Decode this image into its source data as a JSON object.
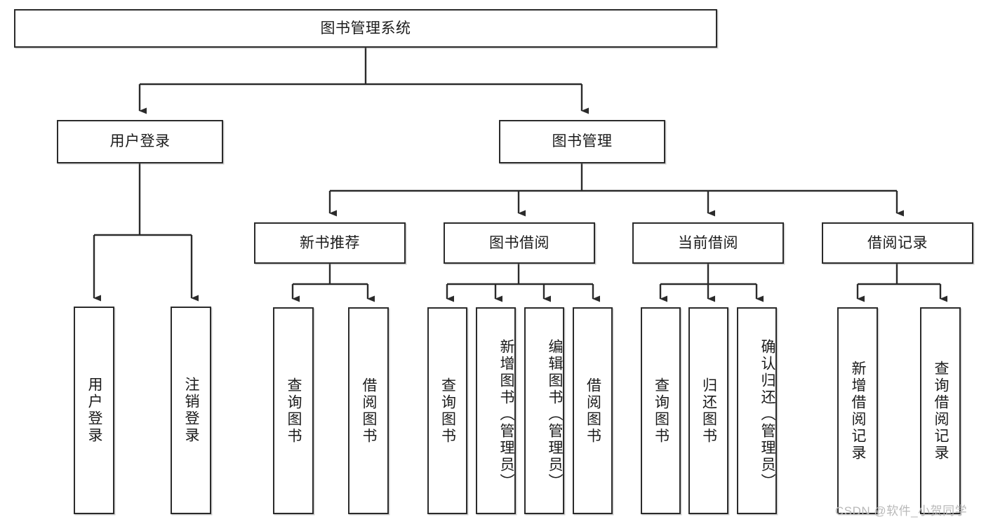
{
  "diagram": {
    "type": "tree",
    "title": "图书管理系统",
    "orientation": "top-down",
    "watermark": "CSDN @软件_小贺同学",
    "colors": {
      "border": "#2b2b2b",
      "fill": "#ffffff",
      "text": "#1b1b1b",
      "connector": "#2b2b2b",
      "watermark": "#b9b9b9"
    },
    "levels": {
      "level1": [
        "图书管理系统"
      ],
      "level2": [
        "用户登录",
        "图书管理"
      ],
      "level3": [
        "新书推荐",
        "图书借阅",
        "当前借阅",
        "借阅记录"
      ],
      "level4": [
        "用户登录",
        "注销登录",
        "查询图书",
        "借阅图书",
        "查询图书",
        "新增图书（管理员）",
        "编辑图书（管理员）",
        "借阅图书",
        "查询图书",
        "归还图书",
        "确认归还（管理员）",
        "新增借阅记录",
        "查询借阅记录"
      ]
    },
    "nodes": {
      "root": {
        "id": "root",
        "label": "图书管理系统",
        "level": 1
      },
      "n_user_login": {
        "id": "n_user_login",
        "label": "用户登录",
        "level": 2,
        "parent": "root"
      },
      "n_book_mgmt": {
        "id": "n_book_mgmt",
        "label": "图书管理",
        "level": 2,
        "parent": "root"
      },
      "n_new_rec": {
        "id": "n_new_rec",
        "label": "新书推荐",
        "level": 3,
        "parent": "n_book_mgmt"
      },
      "n_borrow": {
        "id": "n_borrow",
        "label": "图书借阅",
        "level": 3,
        "parent": "n_book_mgmt"
      },
      "n_current": {
        "id": "n_current",
        "label": "当前借阅",
        "level": 3,
        "parent": "n_book_mgmt"
      },
      "n_history": {
        "id": "n_history",
        "label": "借阅记录",
        "level": 3,
        "parent": "n_book_mgmt"
      },
      "l_login": {
        "id": "l_login",
        "label": "用户登录",
        "level": 4,
        "parent": "n_user_login"
      },
      "l_logout": {
        "id": "l_logout",
        "label": "注销登录",
        "level": 4,
        "parent": "n_user_login"
      },
      "r_query": {
        "id": "r_query",
        "label": "查询图书",
        "level": 4,
        "parent": "n_new_rec"
      },
      "r_borrow": {
        "id": "r_borrow",
        "label": "借阅图书",
        "level": 4,
        "parent": "n_new_rec"
      },
      "b_query": {
        "id": "b_query",
        "label": "查询图书",
        "level": 4,
        "parent": "n_borrow"
      },
      "b_add": {
        "id": "b_add",
        "label": "新增图书（管理员）",
        "level": 4,
        "parent": "n_borrow"
      },
      "b_edit": {
        "id": "b_edit",
        "label": "编辑图书（管理员）",
        "level": 4,
        "parent": "n_borrow"
      },
      "b_lend": {
        "id": "b_lend",
        "label": "借阅图书",
        "level": 4,
        "parent": "n_borrow"
      },
      "c_query": {
        "id": "c_query",
        "label": "查询图书",
        "level": 4,
        "parent": "n_current"
      },
      "c_return": {
        "id": "c_return",
        "label": "归还图书",
        "level": 4,
        "parent": "n_current"
      },
      "c_confirm": {
        "id": "c_confirm",
        "label": "确认归还（管理员）",
        "level": 4,
        "parent": "n_current"
      },
      "h_add": {
        "id": "h_add",
        "label": "新增借阅记录",
        "level": 4,
        "parent": "n_history"
      },
      "h_query": {
        "id": "h_query",
        "label": "查询借阅记录",
        "level": 4,
        "parent": "n_history"
      }
    }
  }
}
